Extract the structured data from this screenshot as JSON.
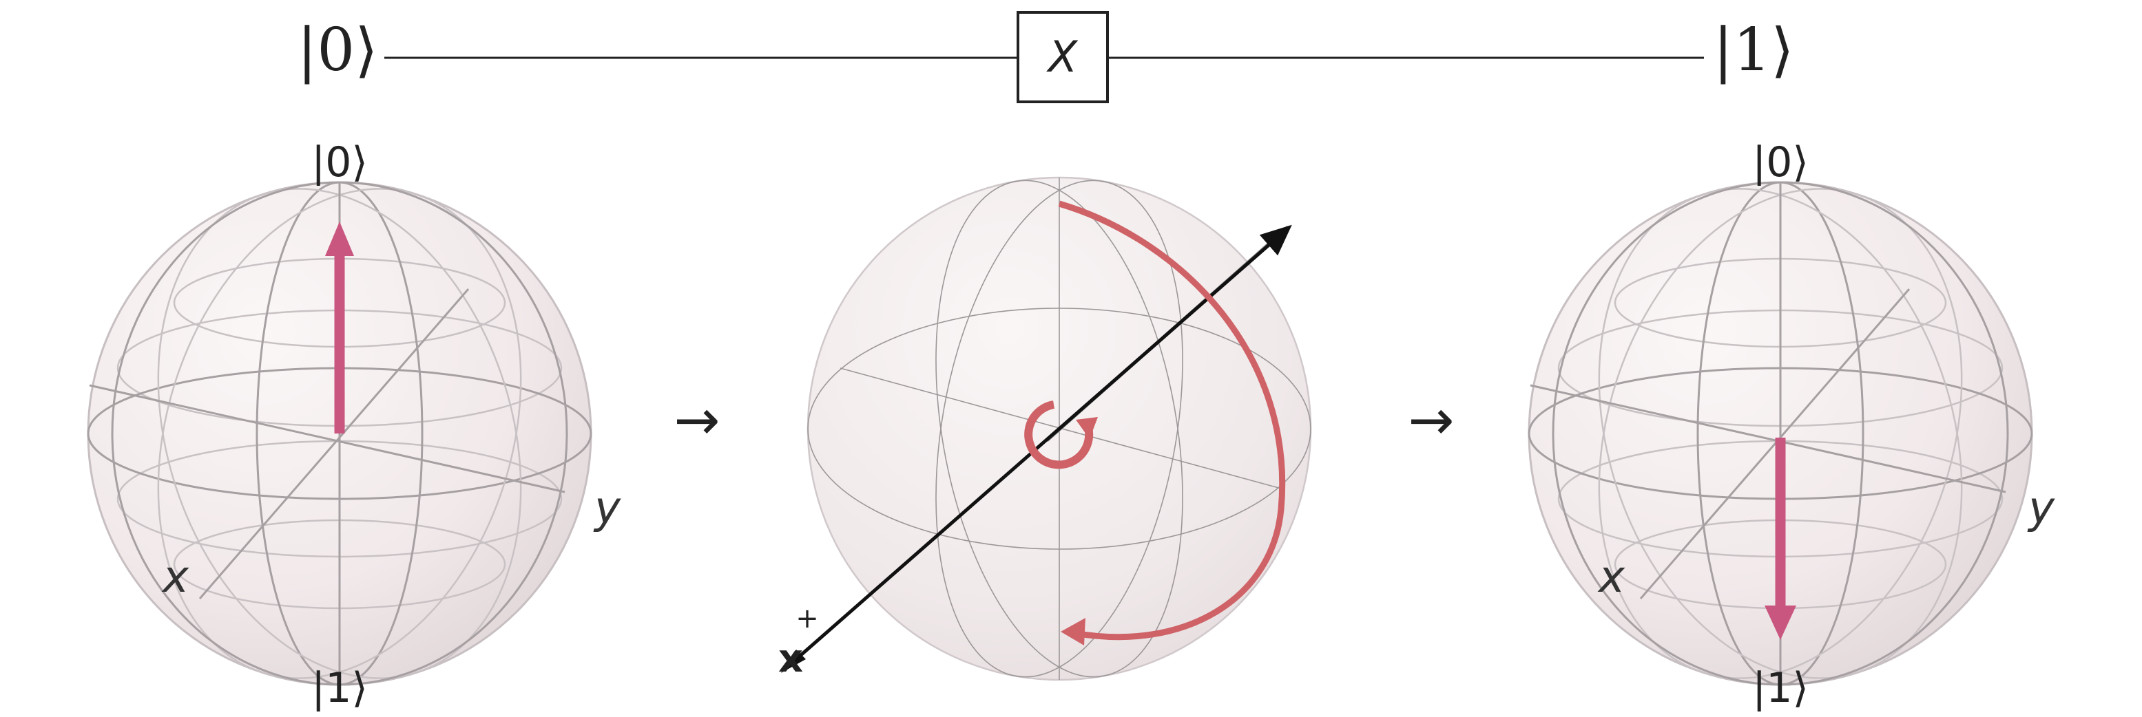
{
  "circuit": {
    "input_state": "|0⟩",
    "gate_label": "X",
    "output_state": "|1⟩"
  },
  "transition_arrows": [
    "→",
    "→"
  ],
  "spheres": {
    "initial": {
      "top_label": "|0⟩",
      "bottom_label": "|1⟩",
      "x_axis_label": "x",
      "y_axis_label": "y",
      "state_vector": "up"
    },
    "rotation": {
      "axis_label": "x",
      "axis_sign": "+",
      "rotation": "π about x-axis"
    },
    "final": {
      "top_label": "|0⟩",
      "bottom_label": "|1⟩",
      "x_axis_label": "x",
      "y_axis_label": "y",
      "state_vector": "down"
    }
  },
  "colors": {
    "state_vector": "#c9567f",
    "rotation_path": "#cf6266",
    "sphere_fill": "#f0e8e9",
    "line": "#222222"
  }
}
